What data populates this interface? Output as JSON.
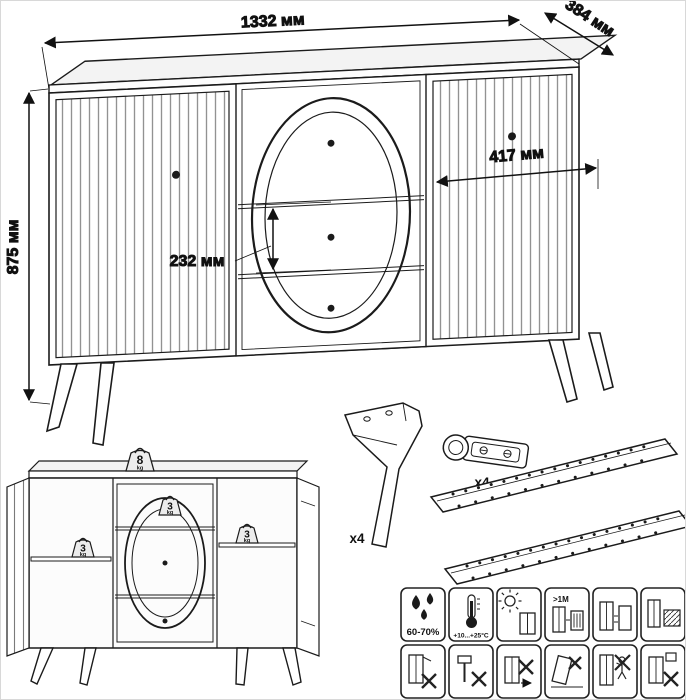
{
  "dimensions": {
    "width_label": "1332 мм",
    "depth_label": "384 мм",
    "height_label": "875 мм",
    "inner_width_label": "417 мм",
    "drawer_height_label": "232 мм"
  },
  "hardware": {
    "leg_quantity": "x4",
    "hinge_quantity": "x4"
  },
  "load_limits": {
    "top_kg": "8",
    "left_shelf_kg": "3",
    "center_kg": "3",
    "right_shelf_kg": "3",
    "unit": "kg"
  },
  "care_instructions": {
    "humidity_range": "60-70%",
    "temperature_range": "+10...+25°C",
    "min_distance": ">1M"
  }
}
